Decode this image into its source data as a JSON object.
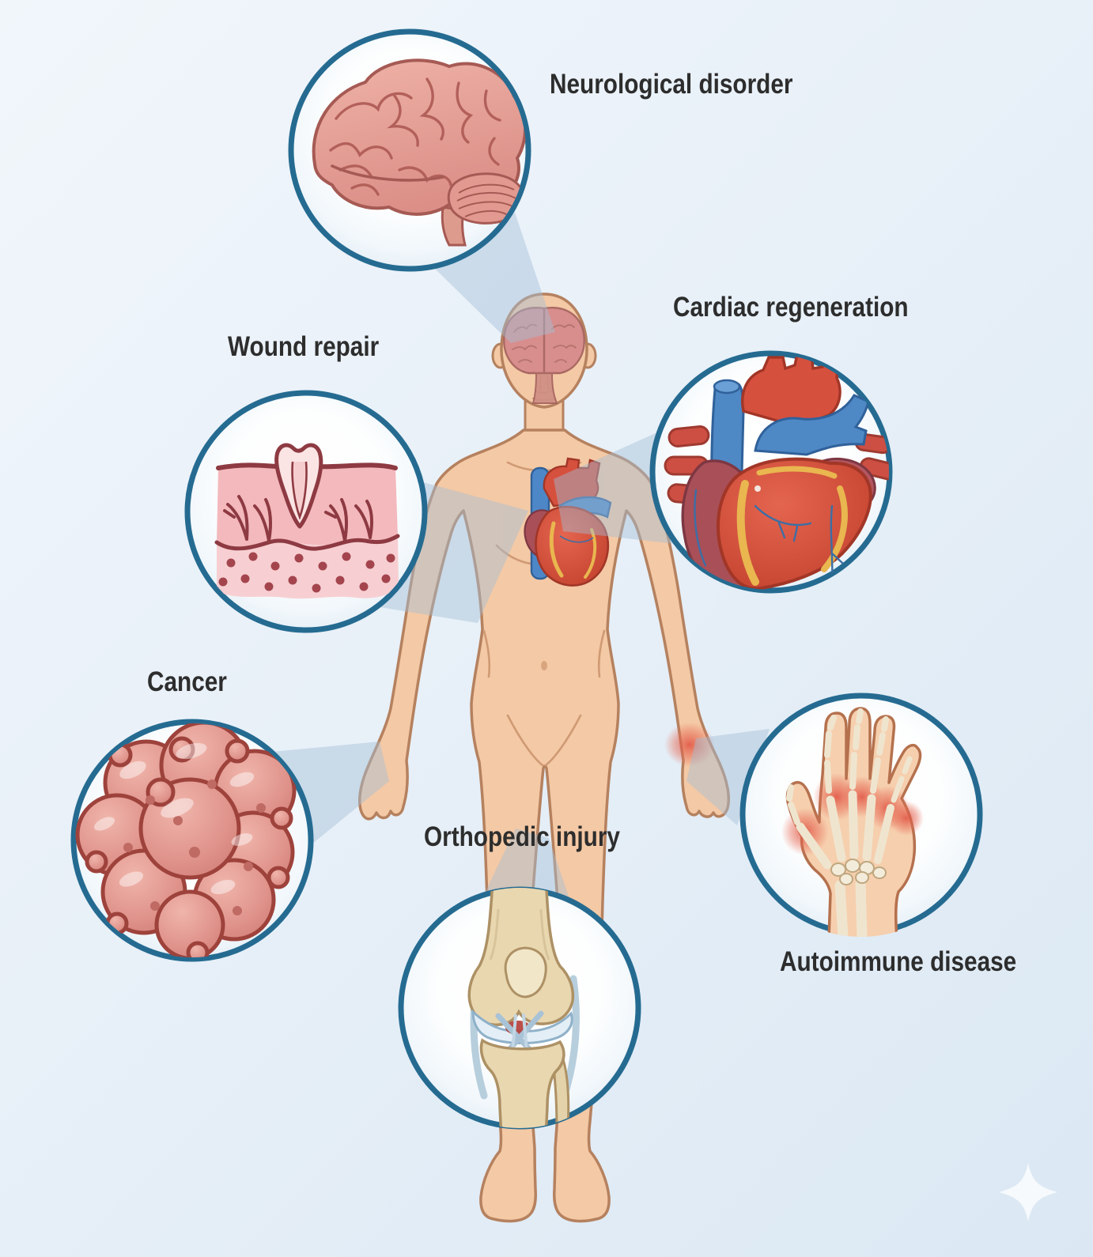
{
  "figure": {
    "type": "medical-infographic",
    "subject": "Therapeutic application areas mapped onto a human body",
    "center_figure": "human-body-front-view"
  },
  "labels": [
    {
      "id": "neurological-disorder",
      "text": "Neurological disorder",
      "icon": "brain-icon"
    },
    {
      "id": "cardiac-regeneration",
      "text": "Cardiac regeneration",
      "icon": "heart-icon"
    },
    {
      "id": "wound-repair",
      "text": "Wound repair",
      "icon": "skin-cross-section-icon"
    },
    {
      "id": "cancer",
      "text": "Cancer",
      "icon": "tumor-cells-icon"
    },
    {
      "id": "orthopedic-injury",
      "text": "Orthopedic injury",
      "icon": "knee-joint-icon"
    },
    {
      "id": "autoimmune-disease",
      "text": "Autoimmune disease",
      "icon": "arthritic-hand-icon"
    }
  ],
  "colors": {
    "background": "#e8f0f8",
    "circle_border": "#256b91",
    "beam": "#a3bed6",
    "label_text": "#2d2d2d",
    "skin": "#f4c9a5",
    "skin_outline": "#b5815f",
    "organ_pink": "#dd928a",
    "organ_outline": "#a65a54",
    "heart_red": "#d6503e",
    "vessel_blue": "#4e88c5",
    "fat_yellow": "#e9b64f",
    "bone_tan": "#e9d7b0",
    "inflammation_red": "#e05040"
  }
}
